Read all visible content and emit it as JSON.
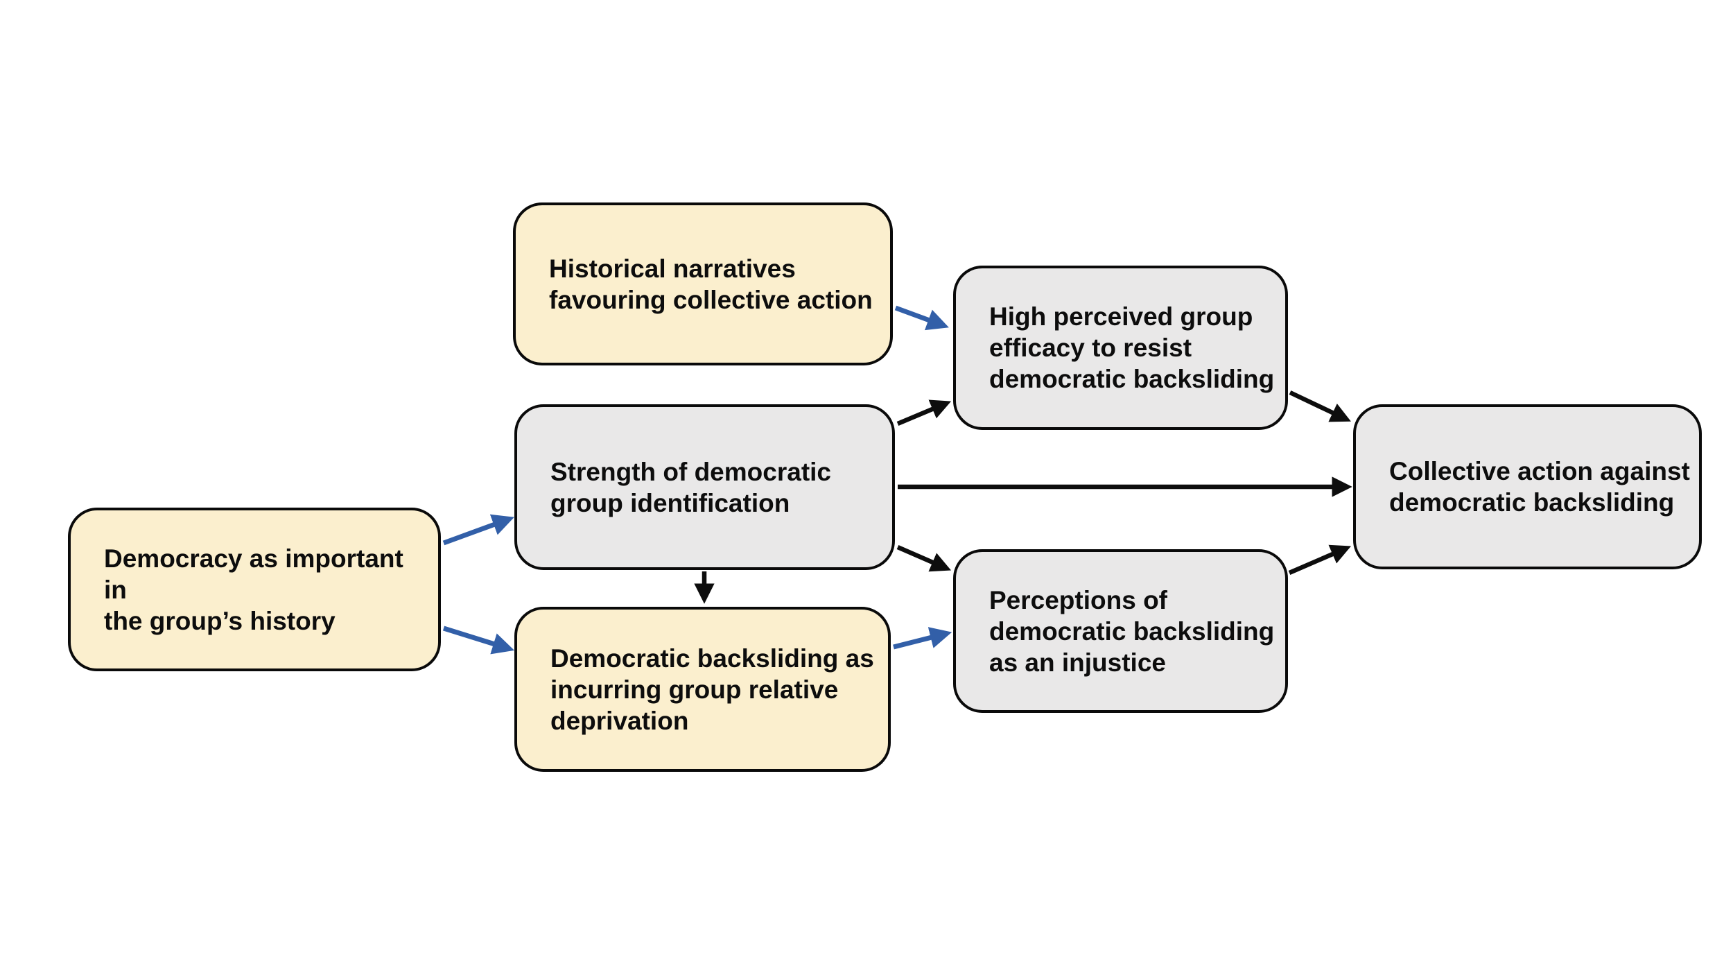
{
  "diagram": {
    "background_color": "#ffffff",
    "colors": {
      "antecedent_box_fill": "#fbefce",
      "process_box_fill": "#e9e8e8",
      "box_border": "#0a0a0a",
      "blue_arrow": "#325fa8",
      "black_arrow": "#0d0d0d",
      "text": "#0d0d0d"
    },
    "boxes": [
      {
        "id": "historical",
        "label": "Historical narratives\nfavouring collective action",
        "fill": "cream"
      },
      {
        "id": "efficacy",
        "label": "High perceived group\nefficacy to resist\ndemocratic backsliding",
        "fill": "gray"
      },
      {
        "id": "strength",
        "label": "Strength of democratic\ngroup identification",
        "fill": "gray"
      },
      {
        "id": "democracy",
        "label": "Democracy as important in\nthe group’s history",
        "fill": "cream"
      },
      {
        "id": "backsliding",
        "label": "Democratic backsliding as\nincurring group relative\ndeprivation",
        "fill": "cream"
      },
      {
        "id": "perceptions",
        "label": "Perceptions of\ndemocratic backsliding\nas an injustice",
        "fill": "gray"
      },
      {
        "id": "collective",
        "label": "Collective action against\ndemocratic backsliding",
        "fill": "gray"
      }
    ],
    "arrows": [
      {
        "from": "historical",
        "to": "efficacy",
        "color": "blue"
      },
      {
        "from": "democracy",
        "to": "strength",
        "color": "blue"
      },
      {
        "from": "democracy",
        "to": "backsliding",
        "color": "blue"
      },
      {
        "from": "backsliding",
        "to": "perceptions",
        "color": "blue"
      },
      {
        "from": "strength",
        "to": "efficacy",
        "color": "black"
      },
      {
        "from": "strength",
        "to": "collective",
        "color": "black"
      },
      {
        "from": "strength",
        "to": "perceptions",
        "color": "black"
      },
      {
        "from": "strength",
        "to": "backsliding",
        "color": "black"
      },
      {
        "from": "efficacy",
        "to": "collective",
        "color": "black"
      },
      {
        "from": "perceptions",
        "to": "collective",
        "color": "black"
      }
    ]
  }
}
